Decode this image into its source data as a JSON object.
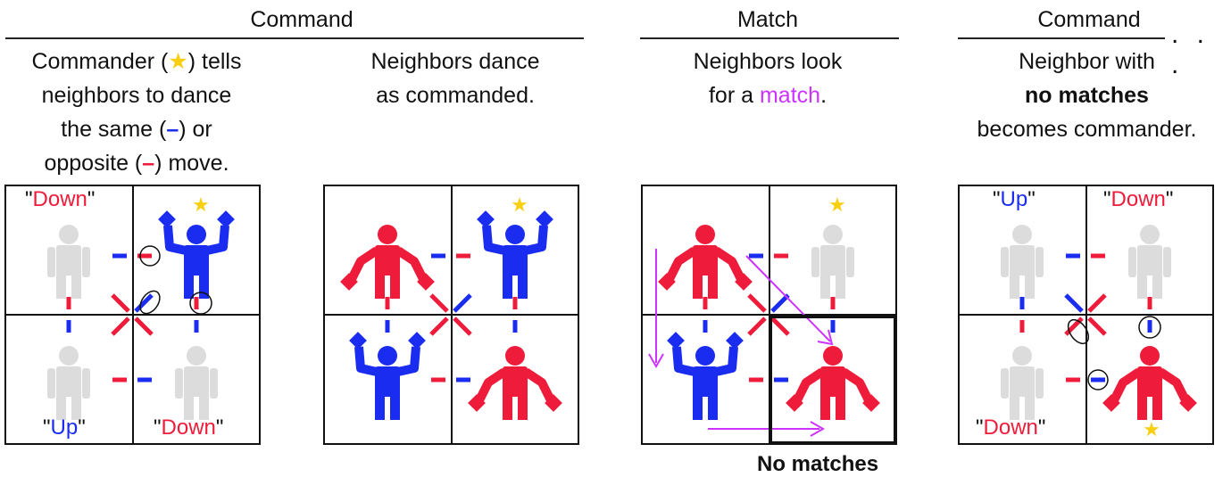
{
  "headers": [
    {
      "label": "Command"
    },
    {
      "label": "Match"
    },
    {
      "label": "Command"
    }
  ],
  "ellipsis": ". . .",
  "captions": {
    "c1": {
      "line1a": "Commander (",
      "star": "★",
      "line1b": ") tells",
      "line2": "neighbors to dance",
      "line3a": "the same (",
      "dash_same": "–",
      "line3b": ") or",
      "line4a": "opposite (",
      "dash_opp": "–",
      "line4b": ") move."
    },
    "c2": {
      "line1": "Neighbors dance",
      "line2": "as commanded."
    },
    "c3": {
      "line1": "Neighbors look",
      "line2a": "for a ",
      "match": "match",
      "line2b": "."
    },
    "c4": {
      "line1": "Neighbor with",
      "line2": "no matches",
      "line3": "becomes commander."
    }
  },
  "panel1": {
    "tl": "Down",
    "bl": "Up",
    "br": "Down"
  },
  "panel4": {
    "tl": "Up",
    "tr": "Down",
    "br": "Down"
  },
  "star_glyph": "★",
  "no_matches": "No matches",
  "colors": {
    "red": "#ee1c3a",
    "blue": "#1a2cf0",
    "gray": "#dcdcdc",
    "magenta": "#cc33ff",
    "star": "#f7cf0f"
  }
}
